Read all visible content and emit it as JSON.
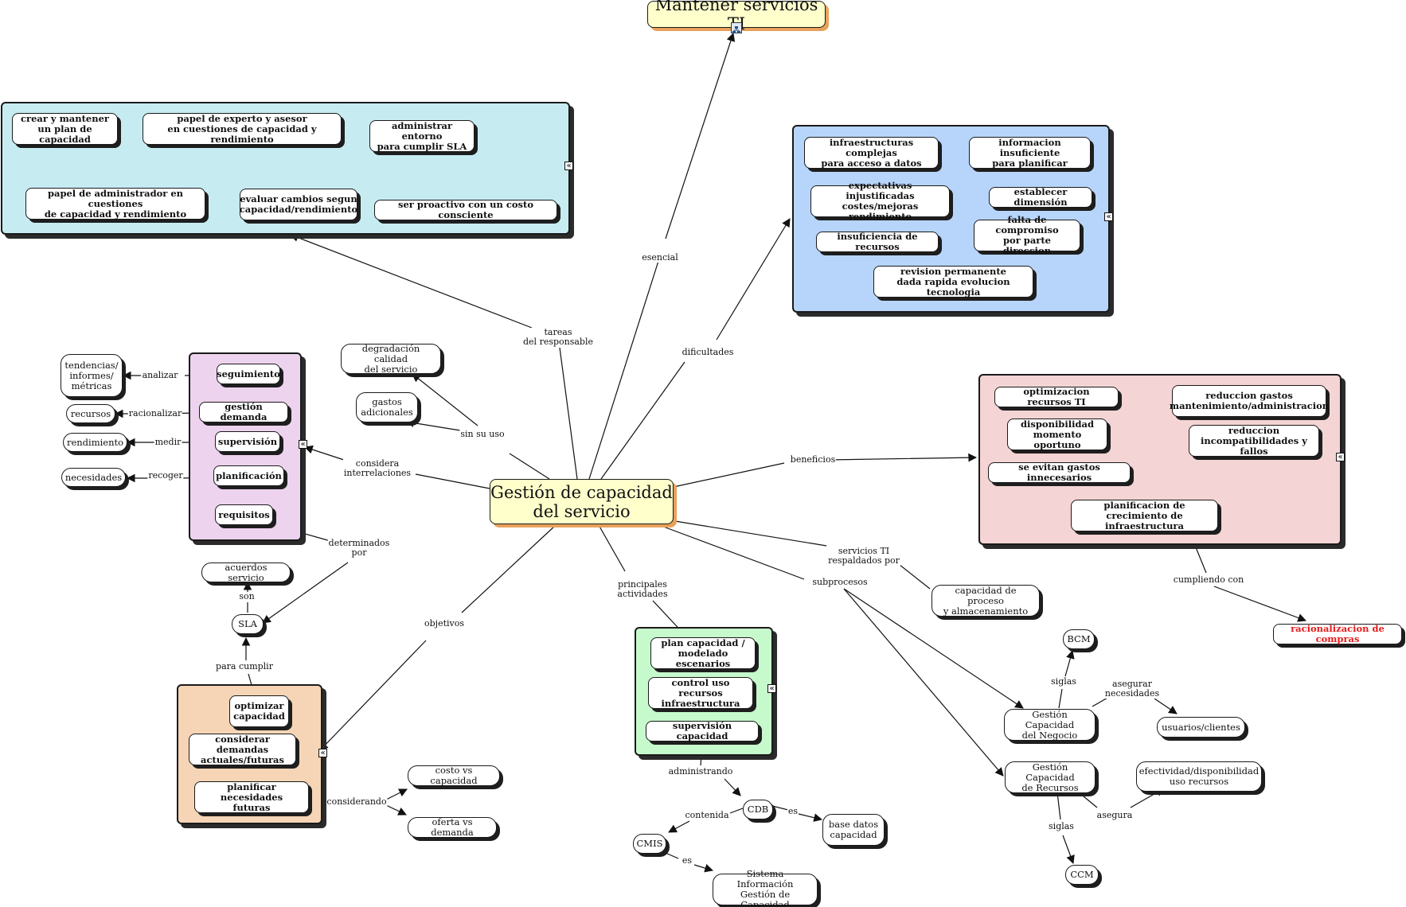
{
  "colors": {
    "tasks_group": "#c6ecf2",
    "difficulties_group": "#b7d5fb",
    "benefits_group": "#f4d4d4",
    "consider_group": "#edd3ee",
    "objectives_group": "#f5d5b5",
    "activities_group": "#c6f9cc",
    "main_fill": "#ffffcc",
    "main_shadow": "#e8a15a",
    "highlight_text": "#e41b1b"
  },
  "icons": {
    "expander": "double-chevron-left-icon",
    "submap": "submap-icon"
  },
  "top": {
    "title": "Mantener servicios TI"
  },
  "main": {
    "title": "Gestión de capacidad\ndel servicio"
  },
  "links": {
    "esencial": "esencial",
    "tareas": "tareas\ndel responsable",
    "dificultades": "dificultades",
    "beneficios": "beneficios",
    "considera": "considera\ninterrelaciones",
    "sin_su_uso": "sin su uso",
    "objetivos": "objetivos",
    "principales": "principales\nactividades",
    "subprocesos": "subprocesos",
    "servicios_ti": "servicios TI\nrespaldados por",
    "cumpliendo_con": "cumpliendo con",
    "analizar": "analizar",
    "racionalizar": "racionalizar",
    "medir": "medir",
    "recoger": "recoger",
    "determinados_por": "determinados\npor",
    "son": "son",
    "para_cumplir": "para cumplir",
    "considerando": "considerando",
    "administrando": "administrando",
    "contenida": "contenida",
    "es_cdb": "es",
    "es_cmis": "es",
    "siglas_bcm": "siglas",
    "asegurar_necesidades": "asegurar\nnecesidades",
    "siglas_ccm": "siglas",
    "asegura": "asegura"
  },
  "tasks": [
    "crear y mantener\nun plan de capacidad",
    "papel de experto y asesor\nen cuestiones de capacidad y rendimiento",
    "administrar entorno\npara cumplir SLA",
    "papel de administrador en cuestiones\nde capacidad y rendimiento",
    "evaluar cambios segun\ncapacidad/rendimiento",
    "ser proactivo con un costo consciente"
  ],
  "difficulties": [
    "infraestructuras complejas\npara acceso a datos",
    "informacion insuficiente\npara planificar",
    "expectativas injustificadas\ncostes/mejoras rendimiento",
    "establecer dimensión",
    "insuficiencia de recursos",
    "falta de compromiso\npor parte direccion",
    "revision permanente\ndada rapida evolucion tecnologia"
  ],
  "benefits": [
    "optimizacion recursos TI",
    "reduccion gastos\nmantenimiento/administracion",
    "disponibilidad\nmomento oportuno",
    "reduccion\nincompatibilidades y fallos",
    "se evitan gastos innecesarios",
    "planificacion de\ncrecimiento de infraestructura"
  ],
  "consider": [
    "seguimiento",
    "gestión demanda",
    "supervisión",
    "planificación",
    "requisitos"
  ],
  "consider_targets": [
    "tendencias/\ninformes/\nmétricas",
    "recursos",
    "rendimiento",
    "necesidades"
  ],
  "side_effects": [
    "degradación calidad\ndel servicio",
    "gastos\nadicionales"
  ],
  "sla": {
    "label": "SLA",
    "acuerdos": "acuerdos servicio"
  },
  "objectives": [
    "optimizar\ncapacidad",
    "considerar demandas\nactuales/futuras",
    "planificar necesidades\nfuturas"
  ],
  "considerando_targets": [
    "costo vs capacidad",
    "oferta vs demanda"
  ],
  "activities": [
    "plan capacidad /\nmodelado escenarios",
    "control uso recursos\ninfraestructura",
    "supervisión capacidad"
  ],
  "cdb": {
    "label": "CDB",
    "base": "base datos\ncapacidad"
  },
  "cmis": {
    "label": "CMIS",
    "sistema": "Sistema Información\nGestión de Capacidad"
  },
  "capacidad_proceso": "capacidad de proceso\ny almacenamiento",
  "racionalizacion": "racionalizacion de compras",
  "subprocesos": {
    "negocio": "Gestión Capacidad\ndel Negocio",
    "bcm": "BCM",
    "usuarios": "usuarios/clientes",
    "recursos": "Gestión Capacidad\nde Recursos",
    "ccm": "CCM",
    "efectividad": "efectividad/disponibilidad\nuso recursos"
  }
}
